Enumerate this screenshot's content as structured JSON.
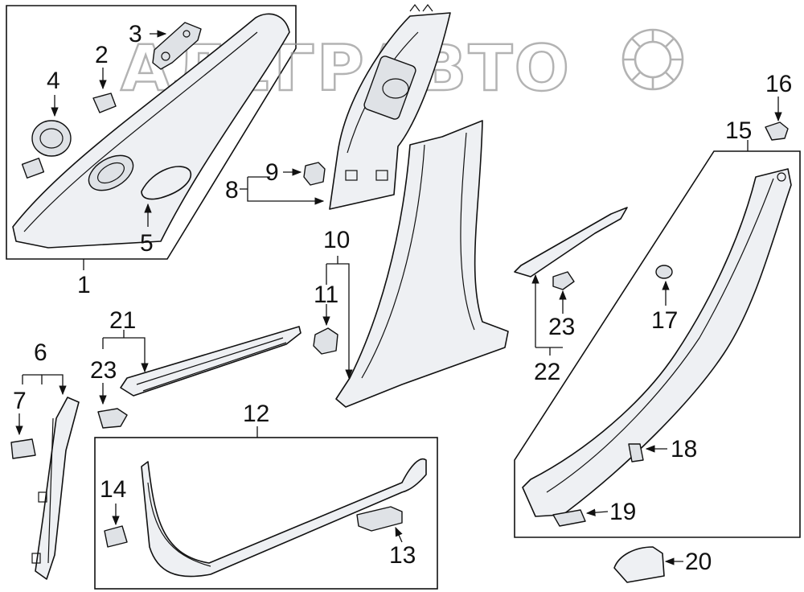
{
  "watermark": "АЛЕГРАВТО",
  "callouts": {
    "c1": "1",
    "c2": "2",
    "c3": "3",
    "c4": "4",
    "c5": "5",
    "c6": "6",
    "c7": "7",
    "c8": "8",
    "c9": "9",
    "c10": "10",
    "c11": "11",
    "c12": "12",
    "c13": "13",
    "c14": "14",
    "c15": "15",
    "c16": "16",
    "c17": "17",
    "c18": "18",
    "c19": "19",
    "c20": "20",
    "c21": "21",
    "c22": "22",
    "c23a": "23",
    "c23b": "23"
  }
}
